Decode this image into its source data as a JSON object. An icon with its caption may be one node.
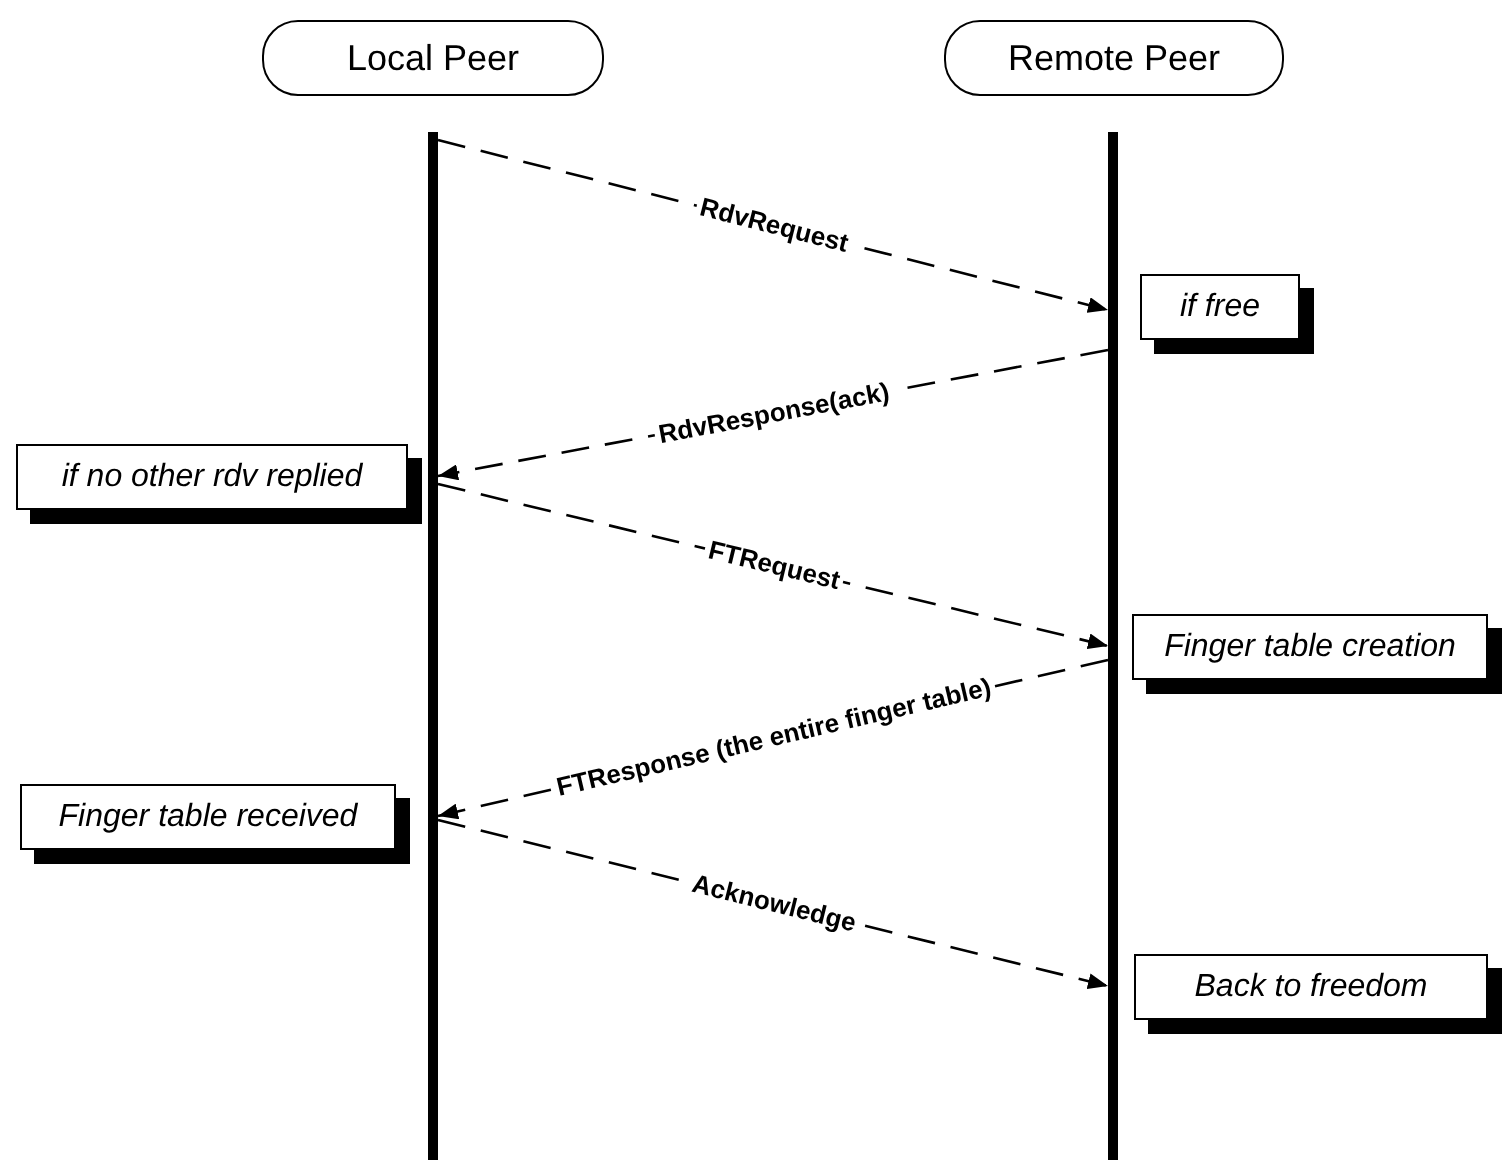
{
  "diagram": {
    "nodes": [
      {
        "text": [
          "Local Peer"
        ]
      },
      {
        "text": [
          "Remote Peer"
        ]
      },
      {
        "text": [],
        "shape": "bar"
      },
      {
        "text": [],
        "shape": "bar"
      },
      {
        "text": [
          "if free"
        ]
      },
      {
        "text": [
          "if no other rdv replied"
        ]
      },
      {
        "text": [
          "Finger table creation"
        ]
      },
      {
        "text": [
          "Finger table received"
        ]
      },
      {
        "text": [
          "Back to freedom"
        ]
      }
    ],
    "edges": [
      {
        "from": 2,
        "to": 3,
        "arrow": "to",
        "label": "RdvRequest",
        "style": "dashed"
      },
      {
        "from": 3,
        "to": 2,
        "arrow": "to",
        "label": "RdvResponse(ack)",
        "style": "dashed"
      },
      {
        "from": 2,
        "to": 3,
        "arrow": "to",
        "label": "FTRequest",
        "style": "dashed"
      },
      {
        "from": 3,
        "to": 2,
        "arrow": "to",
        "label": "FTResponse (the entire finger table)",
        "style": "dashed"
      },
      {
        "from": 2,
        "to": 3,
        "arrow": "to",
        "label": "Acknowledge",
        "style": "dashed"
      }
    ]
  }
}
